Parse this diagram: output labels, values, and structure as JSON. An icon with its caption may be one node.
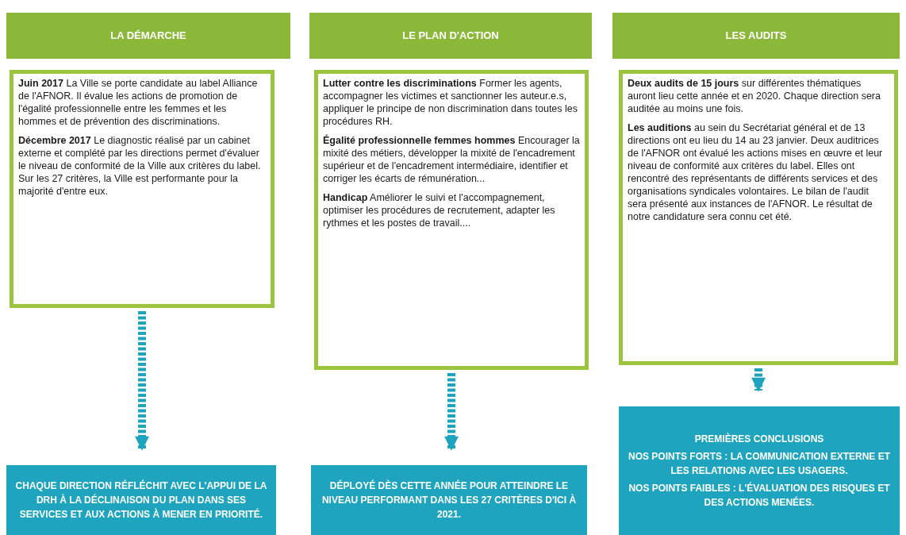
{
  "diagram": {
    "nodes": [
      {
        "text": [
          "LA DÉMARCHE"
        ]
      },
      {
        "text": [
          "LE PLAN D'ACTION"
        ]
      },
      {
        "text": [
          "LES AUDITS"
        ]
      },
      {
        "text": [
          "**Juin 2017** La Ville se porte candidate au label Alliance de l'AFNOR. Il évalue les actions de promotion de l'égalité professionnelle entre les femmes et les hommes et de prévention des discriminations.",
          "**Décembre 2017** Le diagnostic réalisé par un cabinet externe et complété par les directions permet d'évaluer le niveau de conformité de la Ville aux critères du label. Sur les 27 critères, la Ville est performante pour la majorité d'entre eux."
        ]
      },
      {
        "text": [
          "**Lutter contre les discriminations** Former les agents, accompagner les victimes et sanctionner les auteur.e.s, appliquer le principe de non discrimination dans toutes les procédures RH.",
          "**Égalité professionnelle femmes hommes** Encourager la mixité des métiers, développer la mixité de l'encadrement supérieur et de l'encadrement intermédiaire, identifier et corriger les écarts de rémunération...",
          "**Handicap** Améliorer le suivi et l'accompagnement, optimiser les procédures de recrutement, adapter les rythmes et les postes de travail...."
        ]
      },
      {
        "text": [
          "**Deux audits de 15 jours** sur différentes thématiques auront lieu cette année et en 2020. Chaque direction sera auditée au moins une fois.",
          "**Les auditions** au sein du Secrétariat général et de 13 directions ont eu lieu du 14 au 23 janvier. Deux auditrices de l'AFNOR ont évalué les actions mises en œuvre et leur niveau de conformité aux critères du label. Elles ont rencontré des représentants de différents services et des organisations syndicales volontaires. Le bilan de l'audit sera présenté aux instances de l'AFNOR. Le résultat de notre candidature sera connu cet été."
        ]
      },
      {
        "text": [
          "CHAQUE DIRECTION RÉFLÉCHIT AVEC L'APPUI DE LA DRH À LA DÉCLINAISON DU PLAN DANS SES SERVICES ET AUX ACTIONS À MENER EN PRIORITÉ."
        ]
      },
      {
        "text": [
          "DÉPLOYÉ DÈS CETTE ANNÉE POUR ATTEINDRE LE NIVEAU PERFORMANT DANS LES 27 CRITÈRES D'ICI À 2021."
        ]
      },
      {
        "text": [
          "PREMIÈRES CONCLUSIONS",
          "NOS POINTS FORTS : LA COMMUNICATION EXTERNE ET LES RELATIONS AVEC LES USAGERS.",
          "NOS POINTS FAIBLES : L'ÉVALUATION DES RISQUES ET DES ACTIONS MENÉES."
        ]
      }
    ],
    "edges": [
      {
        "from": 3,
        "to": 6,
        "arrow": "to",
        "style": "dashed"
      },
      {
        "from": 4,
        "to": 7,
        "arrow": "to",
        "style": "dashed"
      },
      {
        "from": 5,
        "to": 8,
        "arrow": "to",
        "style": "dashed"
      }
    ]
  }
}
